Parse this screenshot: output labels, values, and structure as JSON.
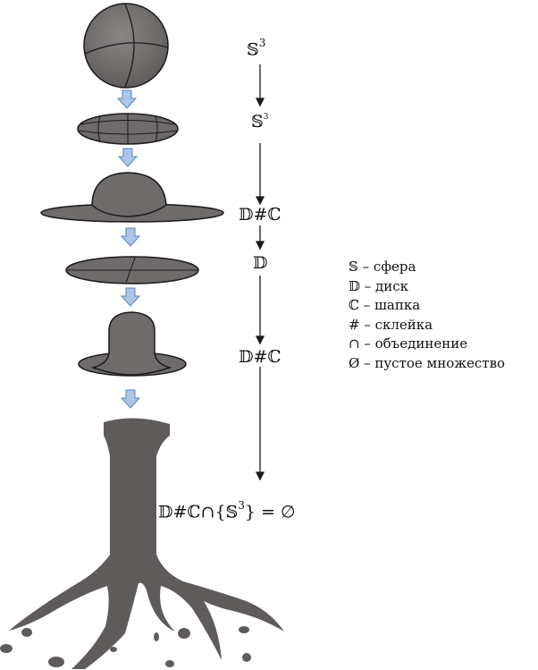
{
  "colors": {
    "shape_fill": "#6f6b6a",
    "shape_dark": "#5d5a59",
    "outline": "#1a1a1a",
    "arrow_fill": "#a9c6e8",
    "arrow_stroke": "#5b84b8",
    "text": "#111111"
  },
  "stage_labels": {
    "s3_top_base": "𝕊",
    "s3_top_exp": "3",
    "s3_mid_base": "𝕊",
    "s3_mid_exp": "3",
    "dc_1": "𝔻#ℂ",
    "d": "𝔻",
    "dc_2": "𝔻#ℂ",
    "final_base": "𝔻#ℂ∩{𝕊",
    "final_exp": "3",
    "final_tail": "} = ∅"
  },
  "legend": [
    "𝕊 – сфера",
    "𝔻 – диск",
    "ℂ – шапка",
    "# – склейка",
    "∩ – объединение",
    "Ø – пустое множество"
  ]
}
